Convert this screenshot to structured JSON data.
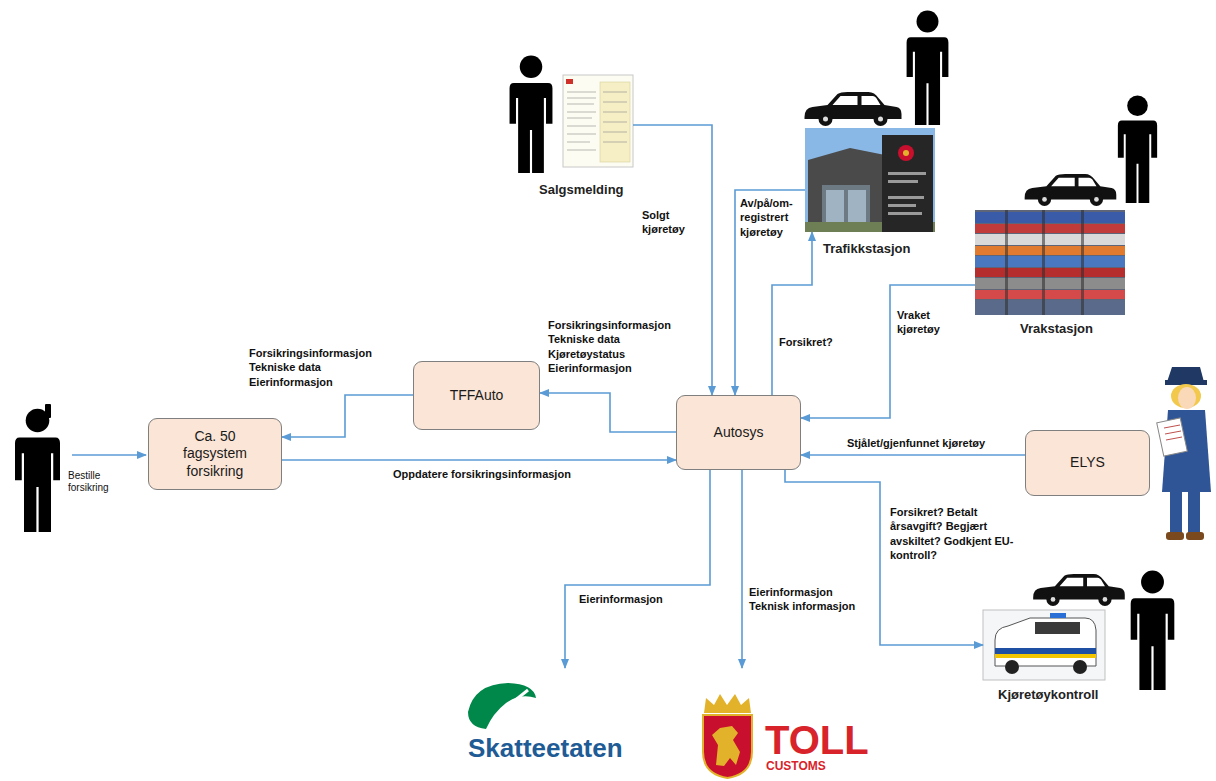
{
  "diagram": {
    "nodes": [
      {
        "text": [
          "Salgsmelding"
        ]
      },
      {
        "text": [
          "Trafikkstasjon"
        ]
      },
      {
        "text": [
          "Vrakstasjon"
        ]
      },
      {
        "text": [
          "TFFAuto"
        ]
      },
      {
        "text": [
          "Ca. 50 fagsystem forsikring"
        ]
      },
      {
        "text": [
          "Autosys"
        ]
      },
      {
        "text": [
          "ELYS"
        ]
      },
      {
        "text": [
          "Kjøretøykontroll"
        ]
      },
      {
        "text": [
          "Skatteetaten"
        ]
      },
      {
        "text": [
          "TOLL",
          "CUSTOMS"
        ]
      }
    ],
    "edges": [
      {
        "from": 0,
        "to": 5,
        "arrow": "to",
        "label": "Solgt kjøretøy"
      },
      {
        "from": 1,
        "to": 5,
        "arrow": "to",
        "label": "Av/på/om-registrert kjøretøy"
      },
      {
        "from": 5,
        "to": 1,
        "arrow": "to",
        "label": "Forsikret?"
      },
      {
        "from": 2,
        "to": 5,
        "arrow": "to",
        "label": "Vraket kjøretøy"
      },
      {
        "from": 5,
        "to": 3,
        "arrow": "to",
        "label": "Forsikringsinformasjon Tekniske data Kjøretøystatus Eierinformasjon"
      },
      {
        "from": 3,
        "to": 4,
        "arrow": "to",
        "label": "Forsikringsinformasjon Tekniske data Eierinformasjon"
      },
      {
        "from": 4,
        "to": 5,
        "arrow": "to",
        "label": "Oppdatere forsikringsinformasjon"
      },
      {
        "from": 6,
        "to": 5,
        "arrow": "to",
        "label": "Stjålet/gjenfunnet kjøretøy"
      },
      {
        "from": 5,
        "to": 7,
        "arrow": "to",
        "label": "Forsikret? Betalt årsavgift? Begjært avskiltet? Godkjent EU-kontroll?"
      },
      {
        "from": 5,
        "to": 8,
        "arrow": "to",
        "label": "Eierinformasjon"
      },
      {
        "from": 5,
        "to": 9,
        "arrow": "to",
        "label": "Eierinformasjon Teknisk informasjon"
      }
    ],
    "labels": [
      "Bestille forsikring"
    ]
  }
}
